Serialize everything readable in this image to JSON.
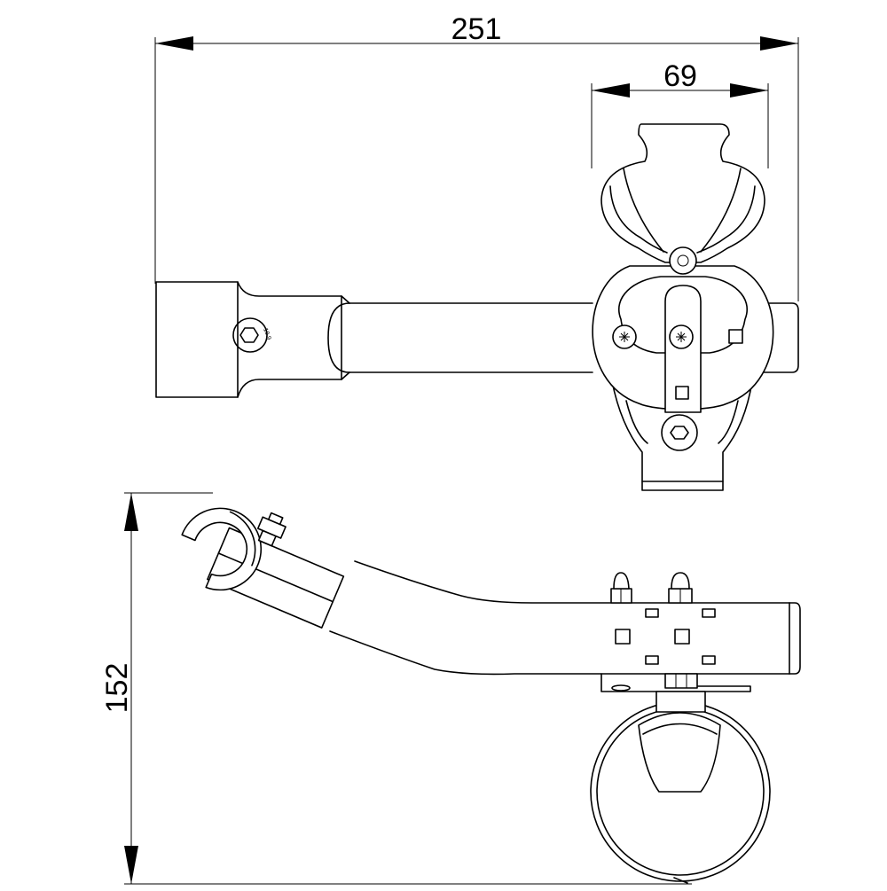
{
  "drawing": {
    "dimensions": {
      "overall_width": "251",
      "clamp_width": "69",
      "overall_height": "152"
    },
    "screw_marking": "10.9"
  }
}
